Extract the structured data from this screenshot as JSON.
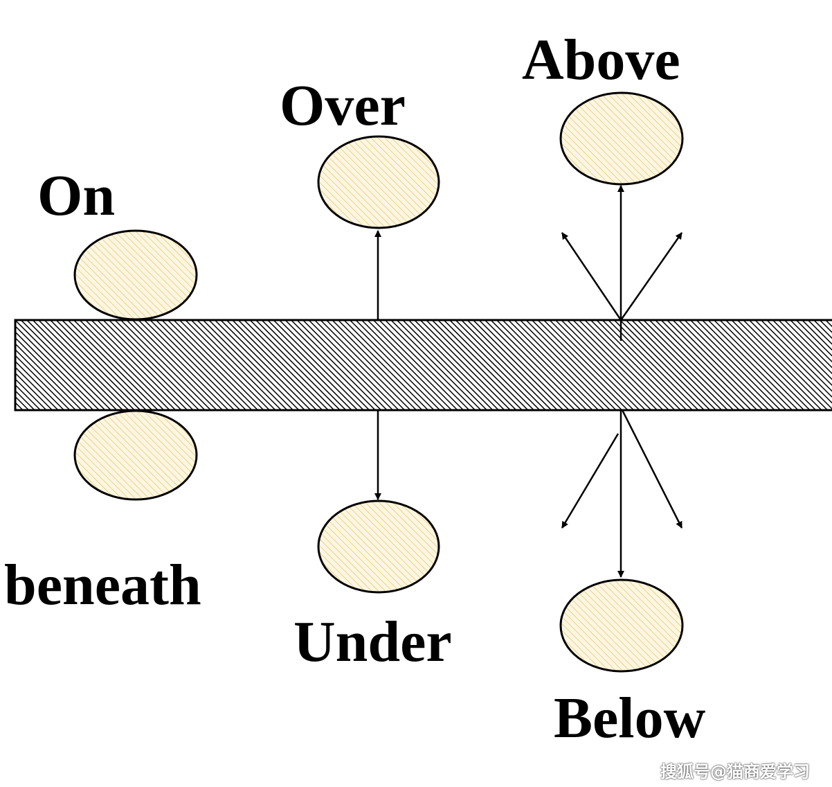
{
  "labels": {
    "on": "On",
    "beneath": "beneath",
    "over": "Over",
    "under": "Under",
    "above": "Above",
    "below": "Below"
  },
  "watermark": "搜狐号@猫商爱学习",
  "colors": {
    "ellipse_fill": "#fdf6e3",
    "ellipse_hatch": "#e8c25a",
    "bar_hatch": "#000000",
    "stroke": "#000000"
  }
}
